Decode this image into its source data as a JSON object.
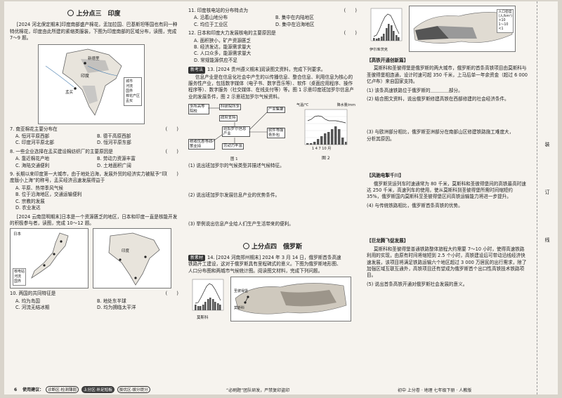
{
  "col1": {
    "section_title": "上分点三　印度",
    "intro": "[2024 河北保定期末]印度南部盛产棉花，盂加拉国、巴基斯坦等国也有同一种特优棉花，印度由此所建的紧缩类服装，下图为印度南部的区域分布，读图，完成 7～9 题。",
    "map_legend": [
      "城市",
      "河流",
      "国界",
      "棉花产区",
      "盂买"
    ],
    "map_labels": [
      "印度",
      "孟买",
      "新德里"
    ],
    "q7": {
      "stem": "7. 南亚棉花主要分布在",
      "bracket": "(　　)",
      "options": [
        "A. 恒河平原西部",
        "B. 德干高原西部",
        "C. 印度河平原北部",
        "D. 恒河平原东部"
      ]
    },
    "q8": {
      "stem": "8. 一些企业选择在孟买建设棉纺织厂的主要原因是",
      "bracket": "(　　)",
      "options": [
        "A. 靠近棉花产地",
        "B. 劳动力资源丰富",
        "C. 海陆交通便利",
        "D. 土地面积广阔"
      ]
    },
    "q9": {
      "stem": "9. 长期以来印度第一大城市，由于地处沿海，发展外贸的经济实力被赋予“印度版小上海”的称号，孟买经济迅速发展得益于",
      "bracket": "(　　)",
      "options": [
        "A. 平原、热带季风气候",
        "B. 位于沿海地区，交通运输便利",
        "C. 宗教的发展",
        "D. 农业发达"
      ]
    },
    "intro2": "[2024 云南昆明期末]日本是一个资源匮乏的地区，日本和印度一直是核能开发的积极参与者，读图，完成 10～12 题。",
    "map2_title_left": "日本",
    "map2_title_right": "印度",
    "map2_legend": [
      "核电站",
      "河流",
      "国界"
    ],
    "q10": {
      "stem": "10. 两国的共同特征是",
      "bracket": "(　　)",
      "options": [
        "A. 均为岛国",
        "B. 地处东半球",
        "C. 河流无结冰期",
        "D. 均为拥临太平洋"
      ]
    },
    "footer_page": "6",
    "footer_use": "使用建议：",
    "footer_pills": [
      "诊断区·检测薄弱",
      "上分区·补足短板",
      "拔优区·拔分提分"
    ]
  },
  "col2": {
    "q11": {
      "stem": "11. 印度核电站的分布特点为",
      "bracket": "(　　)",
      "options": [
        "A. 沿着山地分布",
        "B. 集中在内陆地区",
        "C. 均位于工业区",
        "D. 集中在沿海地区"
      ]
    },
    "q12": {
      "stem": "12. 日本和印度大力发展核电的主要原因是",
      "bracket": "(　　)",
      "options": [
        "A. 面积狭小，矿产资源匮乏",
        "B. 经济发达，能源需求量大",
        "C. 人口众多，能源需求量大",
        "D. 常规能源供应不足"
      ]
    },
    "q13_tag": "新考法",
    "q13_head": "13. [2024 贵州遵义期末]阅读图文资料，完成下列要求。",
    "q13_text": "信息产业是在信息化社会中产生的以传播信息、整合信息、利用信息为核心的服务性产业，包括数字媒体（电子书、数字音乐等）、软件（桌面应用程序、操作程序等）、数字服务（社交媒体、在线支付等）等。图 1 示意印度班加罗尔信息产业的发展条件，图 2 示意班加罗尔气候资料。",
    "flow_nodes": [
      "多所高等院校",
      "科研院所多",
      "政府支持",
      "产业集聚",
      "班加罗尔信息产业",
      "软件等服务外包",
      "税收优惠等政策支持",
      "劳动力丰富"
    ],
    "fig1": "图 1",
    "fig2": "图 2",
    "climate_ylabel_left": "气温/℃",
    "climate_ylabel_right": "降水量/mm",
    "climate_months": "1 4 7 10 月",
    "q13_sub1": "(1) 说出班加罗尔的气候类型并描述气候特征。",
    "q13_sub2": "(2) 说出班加罗尔发展信息产业的优势条件。",
    "q13_sub3": "(3) 举例说出信息产业给人们生产生活带来的便利。",
    "section_title": "上分点四　俄罗斯",
    "q14_tag": "新素材",
    "q14_text": "14. [2024 河南郑州期末] 2024 年 3 月 14 日，俄罗斯首条高速铁路开工建设，这对于俄罗斯具有里程碑式的意义。下图为俄罗斯地形图、人口分布图和两城市气候统计图。阅读图文材料，完成下列问题。",
    "map_cities": [
      "莫斯科",
      "圣彼得堡"
    ],
    "moscow_label": "莫斯科",
    "footer": "“必刷题”团队研发，严禁复印盗印"
  },
  "col3": {
    "chart_label": "伊尔库茨克",
    "pop_legend_title": "人口密度",
    "pop_legend_unit": "(人/km²)",
    "pop_legend": [
      ">10",
      "1～10",
      "<1"
    ],
    "h1": "【高铁开通创新篇】",
    "p1": "莫斯科和圣彼得堡是俄罗斯的两大城市，俄罗斯的首条高铁项目由莫斯科与圣彼得堡相连通，设计时速可超 350 千米，上马后单一年余资金（超过 6 000 亿卢布）来自国家支持。",
    "s1": "(1) 该条高速铁路位于俄罗斯的＿＿＿＿部分。",
    "s2": "(2) 结合图文资料，说出俄罗斯修建高铁在西部修建的社会经济条件。",
    "s3": "(3) 与欧洲部分相比，俄罗斯亚洲部分在南部山区修建铁路施工难度大，分析其原因。",
    "h2": "【风驰电掣千川】",
    "p2": "俄罗斯货运列车时速通常为 80 千米，莫斯科和圣彼得堡间的高铁最高时速达 250 千米，高速列车的使用，使从莫斯科到圣彼得堡所需时间缩短约 35%，俄罗斯国内莫斯科至圣彼得堡区间高铁运输能力将进一步提升。",
    "s4": "(4) 与传统铁路相比，俄罗斯首条高铁的优势。",
    "h3": "【巨龙腾飞促发展】",
    "p3": "莫斯科和圣彼得堡普通铁路整体旅程大约需要 7～10 小时，使得高速铁路利用的实现，由原有时间将缩短到 2.5 个小时，高铁建设后可带动沿线经济快速发展，该项目将满足铁路运输六个地区超过 3 000 万居民的出行需求，除了加强区域互联互通外，高铁项目还有望成为俄罗斯首个出口性高铁技术铁路项目。",
    "s5": "(5) 说出首条高铁开通对俄罗斯社会发展的意义。",
    "footer": "初中 上分卷 · 地理 七年级下册 · 人教版",
    "spine": [
      "装",
      "订",
      "线"
    ]
  }
}
